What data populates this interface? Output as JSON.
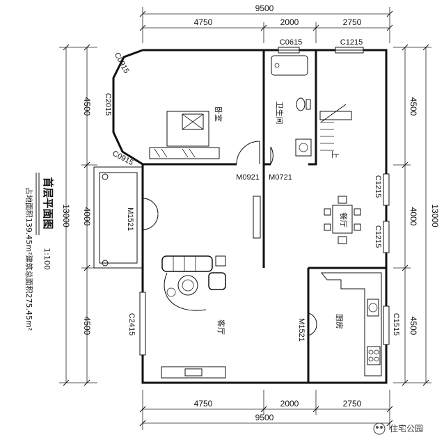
{
  "dimensions": {
    "top_total": "9500",
    "top_seg1": "4750",
    "top_seg2": "2000",
    "top_seg3": "2750",
    "bottom_seg1": "4750",
    "bottom_seg2": "2000",
    "bottom_seg3": "2750",
    "bottom_total": "9500",
    "left_seg1": "4500",
    "left_seg2": "4000",
    "left_seg3": "4500",
    "left_total": "13000",
    "right_seg1": "4500",
    "right_seg2": "4000",
    "right_seg3": "4500",
    "right_total": "13000"
  },
  "openings": {
    "c0615_top": "C0615",
    "c1215_top": "C1215",
    "c0915_upper": "C0915",
    "c2015": "C2015",
    "c0915_lower": "C0915",
    "m0921": "M0921",
    "m0721": "M0721",
    "m1521_left": "M1521",
    "c1215_right_a": "C1215",
    "c1215_right_b": "C1215",
    "c2415": "C2415",
    "m1521_kitchen": "M1521",
    "c1515": "C1515"
  },
  "rooms": {
    "bedroom": "卧室",
    "bathroom": "卫生间",
    "dining": "餐厅",
    "living": "客厅",
    "kitchen": "厨房",
    "stair_mark": "上"
  },
  "title": {
    "name": "首层平面图",
    "scale": "1:100",
    "area_note": "占地面积139.45m²建筑总面积275.45m²"
  },
  "watermark": "住宅公园"
}
